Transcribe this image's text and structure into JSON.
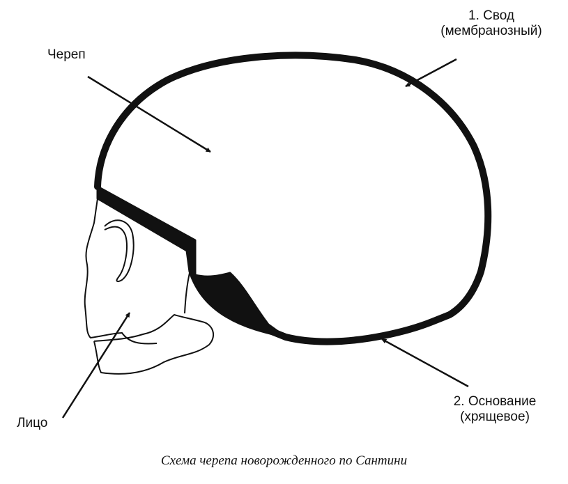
{
  "labels": {
    "skull": "Череп",
    "vault_line1": "1. Свод",
    "vault_line2": "(мембранозный)",
    "base_line1": "2. Основание",
    "base_line2": "(хрящевое)",
    "face": "Лицо"
  },
  "caption": "Схема черепа новорожденного по Сантини",
  "colors": {
    "ink": "#111111",
    "background": "#ffffff"
  }
}
